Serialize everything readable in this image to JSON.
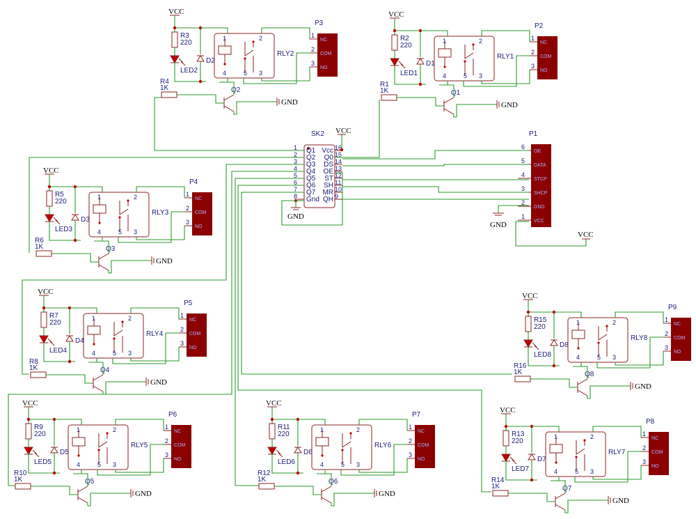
{
  "power": {
    "vcc": "VCC",
    "gnd": "GND"
  },
  "ic": {
    "ref": "SK2",
    "left_pins": [
      {
        "num": "1",
        "name": "Q1"
      },
      {
        "num": "2",
        "name": "Q2"
      },
      {
        "num": "3",
        "name": "Q3"
      },
      {
        "num": "4",
        "name": "Q4"
      },
      {
        "num": "5",
        "name": "Q5"
      },
      {
        "num": "6",
        "name": "Q6"
      },
      {
        "num": "7",
        "name": "Q7"
      },
      {
        "num": "8",
        "name": "Gnd"
      }
    ],
    "right_pins": [
      {
        "num": "16",
        "name": "Vcc"
      },
      {
        "num": "15",
        "name": "Q0"
      },
      {
        "num": "14",
        "name": "DS"
      },
      {
        "num": "13",
        "name": "OE"
      },
      {
        "num": "12",
        "name": "ST"
      },
      {
        "num": "11",
        "name": "SH"
      },
      {
        "num": "10",
        "name": "MR"
      },
      {
        "num": "9",
        "name": "QH"
      }
    ]
  },
  "p1": {
    "ref": "P1",
    "pins": [
      {
        "num": "6",
        "label": "OE"
      },
      {
        "num": "5",
        "label": "DATA"
      },
      {
        "num": "4",
        "label": "STCP"
      },
      {
        "num": "3",
        "label": "SHCP"
      },
      {
        "num": "2",
        "label": "GND"
      },
      {
        "num": "1",
        "label": "VCC"
      }
    ]
  },
  "relay_contacts": [
    "NC",
    "COM",
    "NO"
  ],
  "relay_pin_nums": [
    "1",
    "2",
    "3",
    "4",
    "5"
  ],
  "connector_pin_nums": [
    "1",
    "2",
    "3"
  ],
  "channels": [
    {
      "id": "ch1",
      "r_a": "R3",
      "r_a_val": "220",
      "led": "LED2",
      "diode": "D2",
      "relay": "RLY2",
      "r_b": "R4",
      "r_b_val": "1K",
      "q": "Q2",
      "conn": "P3"
    },
    {
      "id": "ch2",
      "r_a": "R2",
      "r_a_val": "220",
      "led": "LED1",
      "diode": "D1",
      "relay": "RLY1",
      "r_b": "R1",
      "r_b_val": "1K",
      "q": "Q1",
      "conn": "P2"
    },
    {
      "id": "ch3",
      "r_a": "R5",
      "r_a_val": "220",
      "led": "LED3",
      "diode": "D3",
      "relay": "RLY3",
      "r_b": "R6",
      "r_b_val": "1K",
      "q": "Q3",
      "conn": "P4"
    },
    {
      "id": "ch4",
      "r_a": "R7",
      "r_a_val": "220",
      "led": "LED4",
      "diode": "D4",
      "relay": "RLY4",
      "r_b": "R8",
      "r_b_val": "1K",
      "q": "Q4",
      "conn": "P5"
    },
    {
      "id": "ch5",
      "r_a": "R9",
      "r_a_val": "220",
      "led": "LED5",
      "diode": "D5",
      "relay": "RLY5",
      "r_b": "R10",
      "r_b_val": "1K",
      "q": "Q5",
      "conn": "P6"
    },
    {
      "id": "ch6",
      "r_a": "R11",
      "r_a_val": "220",
      "led": "LED6",
      "diode": "D6",
      "relay": "RLY6",
      "r_b": "R12",
      "r_b_val": "1K",
      "q": "Q6",
      "conn": "P7"
    },
    {
      "id": "ch7",
      "r_a": "R13",
      "r_a_val": "220",
      "led": "LED7",
      "diode": "D7",
      "relay": "RLY7",
      "r_b": "R14",
      "r_b_val": "1K",
      "q": "Q7",
      "conn": "P8"
    },
    {
      "id": "ch8",
      "r_a": "R15",
      "r_a_val": "220",
      "led": "LED8",
      "diode": "D8",
      "relay": "RLY8",
      "r_b": "R16",
      "r_b_val": "1K",
      "q": "Q8",
      "conn": "P9"
    }
  ],
  "colors": {
    "wire": "#2a9a2a",
    "component": "#8b2020",
    "junction": "#c00000",
    "connector_fill": "#8b0000",
    "label": "#1a1a7a"
  }
}
